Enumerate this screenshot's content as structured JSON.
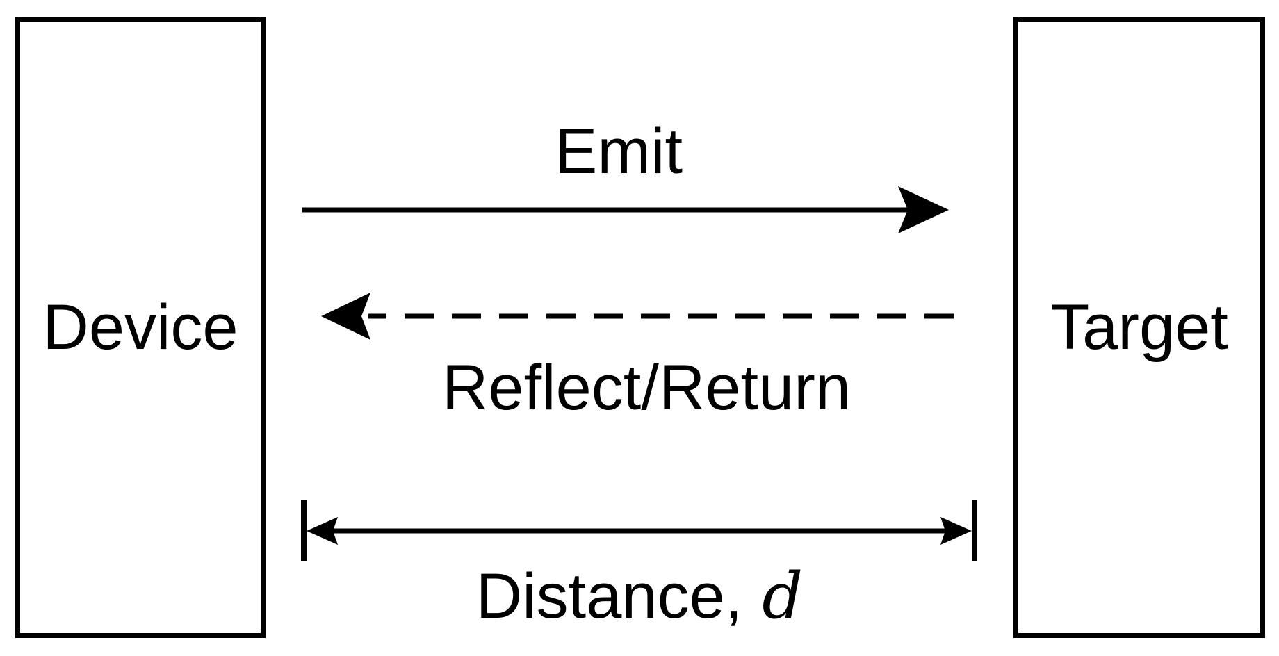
{
  "boxes": {
    "left_label": "Device",
    "right_label": "Target"
  },
  "arrows": {
    "emit_label": "Emit",
    "reflect_label": "Reflect/Return",
    "distance_label": "Distance,",
    "distance_variable": "d"
  },
  "colors": {
    "stroke": "#000000",
    "background": "#ffffff"
  }
}
